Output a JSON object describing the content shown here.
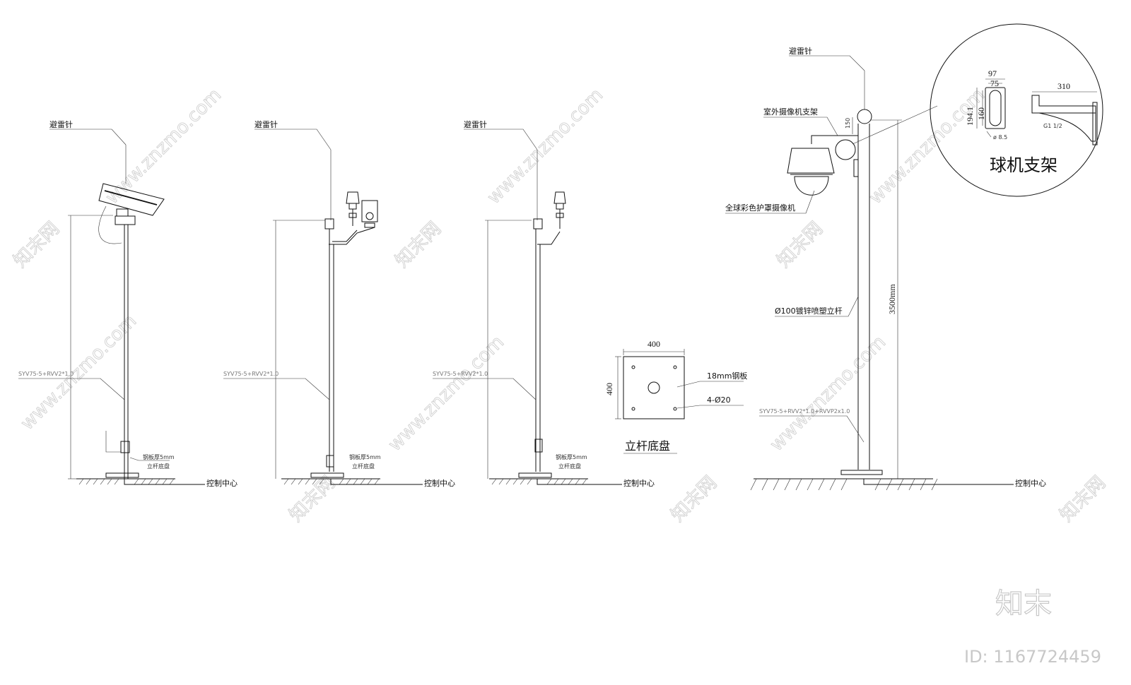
{
  "poles": [
    {
      "lightning_rod_label": "避雷针",
      "cable_label": "SYV75-5+RVV2*1.0",
      "plate_thickness_label": "钢板厚5mm",
      "base_label": "立杆底盘",
      "control_center_label": "控制中心"
    },
    {
      "lightning_rod_label": "避雷针",
      "cable_label": "SYV75-5+RVV2*1.0",
      "plate_thickness_label": "钢板厚5mm",
      "base_label": "立杆底盘",
      "control_center_label": "控制中心"
    },
    {
      "lightning_rod_label": "避雷针",
      "cable_label": "SYV75-5+RVV2*1.0",
      "plate_thickness_label": "钢板厚5mm",
      "base_label": "立杆底盘",
      "control_center_label": "控制中心"
    }
  ],
  "base_plate": {
    "width_dim": "400",
    "height_dim": "400",
    "material_label": "18mm钢板",
    "holes_label": "4-Ø20",
    "title": "立杆底盘"
  },
  "dome_pole": {
    "lightning_rod_label": "避雷针",
    "bracket_label": "室外摄像机支架",
    "camera_label": "全球彩色护罩摄像机",
    "pole_spec_label": "Ø100镀锌喷塑立杆",
    "height_dim": "3500mm",
    "offset_dim": "150",
    "cable_label": "SYV75-5+RVV2*1.0+RVVP2x1.0",
    "control_center_label": "控制中心"
  },
  "bracket_detail": {
    "dim_97": "97",
    "dim_75": "75",
    "dim_194": "194.1",
    "dim_160": "160",
    "dim_310": "310",
    "hole_label": "ø 8.5",
    "thread_label": "G1 1/2",
    "title": "球机支架"
  },
  "watermark": {
    "site": "www.znzmo.com",
    "brand": "知末",
    "site_name": "知末网",
    "id_label": "ID: 1167724459"
  }
}
